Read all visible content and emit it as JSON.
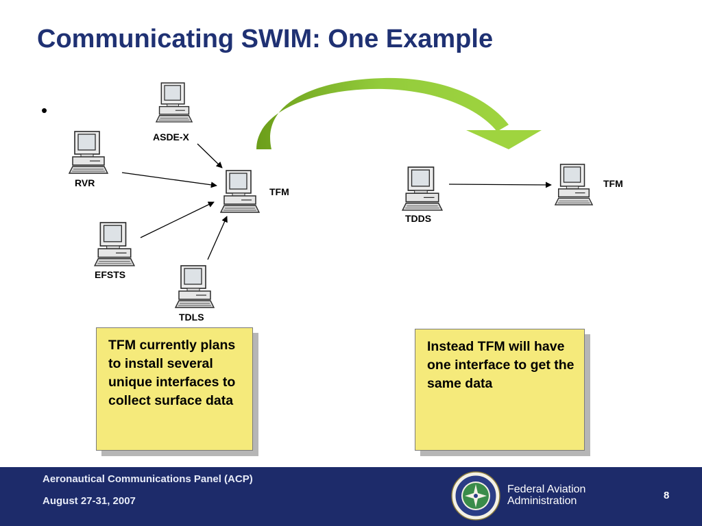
{
  "title": "Communicating SWIM: One Example",
  "bullet": "•",
  "nodes": {
    "asdex": "ASDE-X",
    "rvr": "RVR",
    "tfm_left": "TFM",
    "efsts": "EFSTS",
    "tdls": "TDLS",
    "tdds": "TDDS",
    "tfm_right": "TFM"
  },
  "notes": {
    "left": "TFM currently plans to install several unique interfaces to collect surface data",
    "right": "Instead TFM will have one interface to get the same data"
  },
  "footer": {
    "line1": "Aeronautical Communications Panel (ACP)",
    "line2": "August 27-31,  2007",
    "agency_line1": "Federal Aviation",
    "agency_line2": "Administration",
    "page": "8"
  },
  "colors": {
    "title": "#1f3173",
    "footer_bg": "#1d2b6a",
    "note_bg": "#f5ea7b",
    "arc_green": "#8cc63f"
  },
  "icons": {
    "computer": "computer-icon",
    "arrow": "curved-arrow",
    "seal": "faa-seal"
  }
}
